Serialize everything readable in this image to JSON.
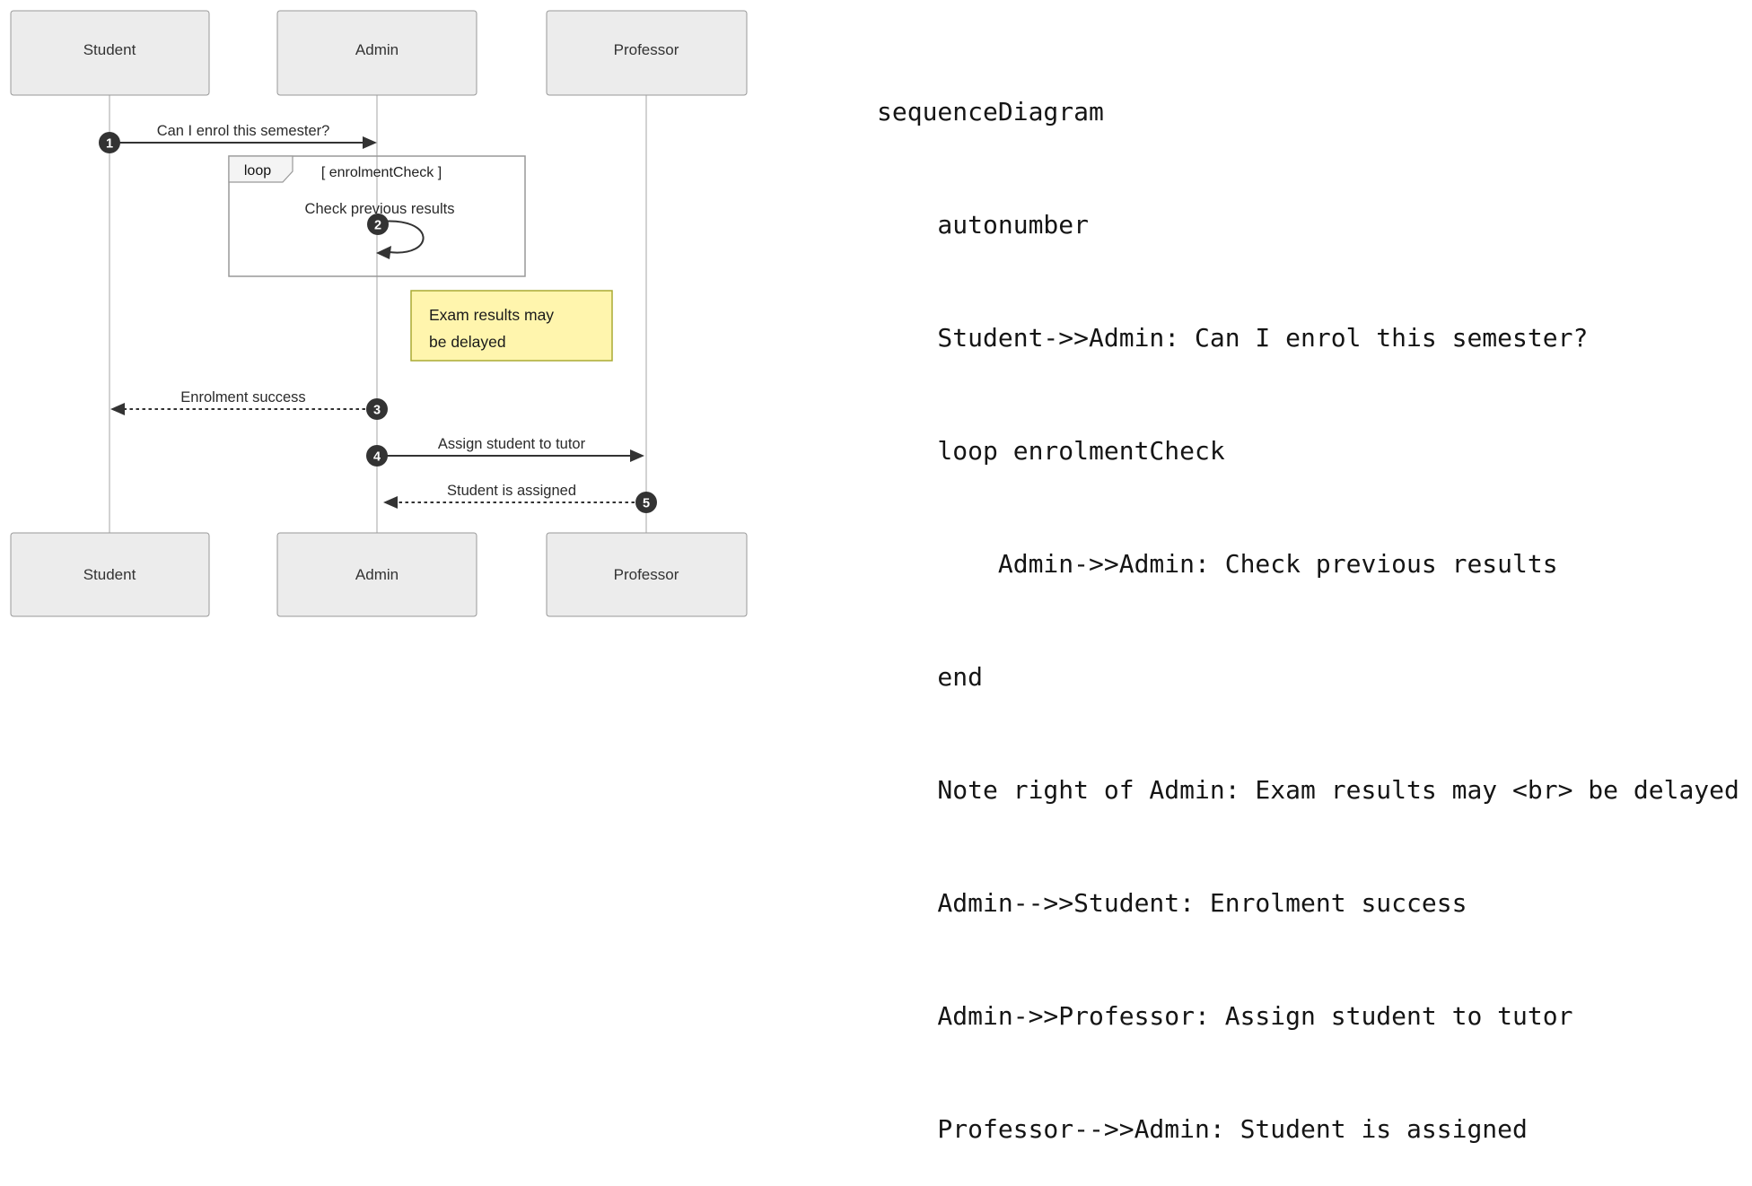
{
  "diagram": {
    "actors": [
      {
        "name": "Student"
      },
      {
        "name": "Admin"
      },
      {
        "name": "Professor"
      }
    ],
    "messages": [
      {
        "num": "1",
        "label": "Can I enrol this semester?",
        "from": "Student",
        "to": "Admin",
        "style": "solid"
      },
      {
        "num": "2",
        "label": "Check previous results",
        "from": "Admin",
        "to": "Admin",
        "style": "self"
      },
      {
        "num": "3",
        "label": "Enrolment success",
        "from": "Admin",
        "to": "Student",
        "style": "dashed"
      },
      {
        "num": "4",
        "label": "Assign student to tutor",
        "from": "Admin",
        "to": "Professor",
        "style": "solid"
      },
      {
        "num": "5",
        "label": "Student is assigned",
        "from": "Professor",
        "to": "Admin",
        "style": "dashed"
      }
    ],
    "loop": {
      "label": "loop",
      "condition": "[ enrolmentCheck ]"
    },
    "note": {
      "lines": [
        "Exam results may",
        "be delayed"
      ]
    },
    "colors": {
      "actor_fill": "#ececec",
      "actor_border": "#999999",
      "lifeline": "#a6a6a6",
      "message": "#333333",
      "badge_fill": "#333333",
      "badge_text": "#ffffff",
      "note_fill": "#fff5ad",
      "note_border": "#aaaa33",
      "loop_border": "#999999",
      "loop_tab_fill": "#f4f4f4"
    }
  },
  "code": {
    "lines": [
      "sequenceDiagram",
      "    autonumber",
      "    Student->>Admin: Can I enrol this semester?",
      "    loop enrolmentCheck",
      "        Admin->>Admin: Check previous results",
      "    end",
      "    Note right of Admin: Exam results may <br> be delayed",
      "    Admin-->>Student: Enrolment success",
      "    Admin->>Professor: Assign student to tutor",
      "    Professor-->>Admin: Student is assigned"
    ]
  }
}
